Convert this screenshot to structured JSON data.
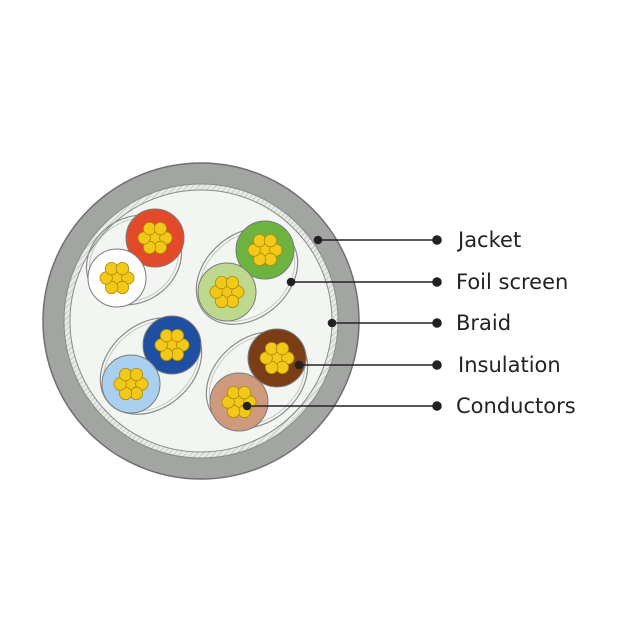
{
  "labels": {
    "jacket": "Jacket",
    "foil_screen": "Foil screen",
    "braid": "Braid",
    "insulation": "Insulation",
    "conductors": "Conductors"
  },
  "colors": {
    "jacket": "#a3a5a3",
    "jacket_outline": "#6e706e",
    "braid_fill": "#e6e8e6",
    "core_fill": "#f3f5f3",
    "conductor": "#f2c81a",
    "conductor_outline": "#a88a00",
    "leader_line": "#222222",
    "wire_white": "#ffffff",
    "wire_orange": "#e24a2a",
    "wire_green": "#6cb33f",
    "wire_light_green": "#bcd98e",
    "wire_blue": "#1f4fa0",
    "wire_light_blue": "#a9d0ee",
    "wire_brown": "#7a3d16",
    "wire_light_brown": "#cf9a7c"
  },
  "pairs": [
    {
      "wires": [
        "orange",
        "white"
      ]
    },
    {
      "wires": [
        "green",
        "light_green"
      ]
    },
    {
      "wires": [
        "blue",
        "light_blue"
      ]
    },
    {
      "wires": [
        "brown",
        "light_brown"
      ]
    }
  ]
}
